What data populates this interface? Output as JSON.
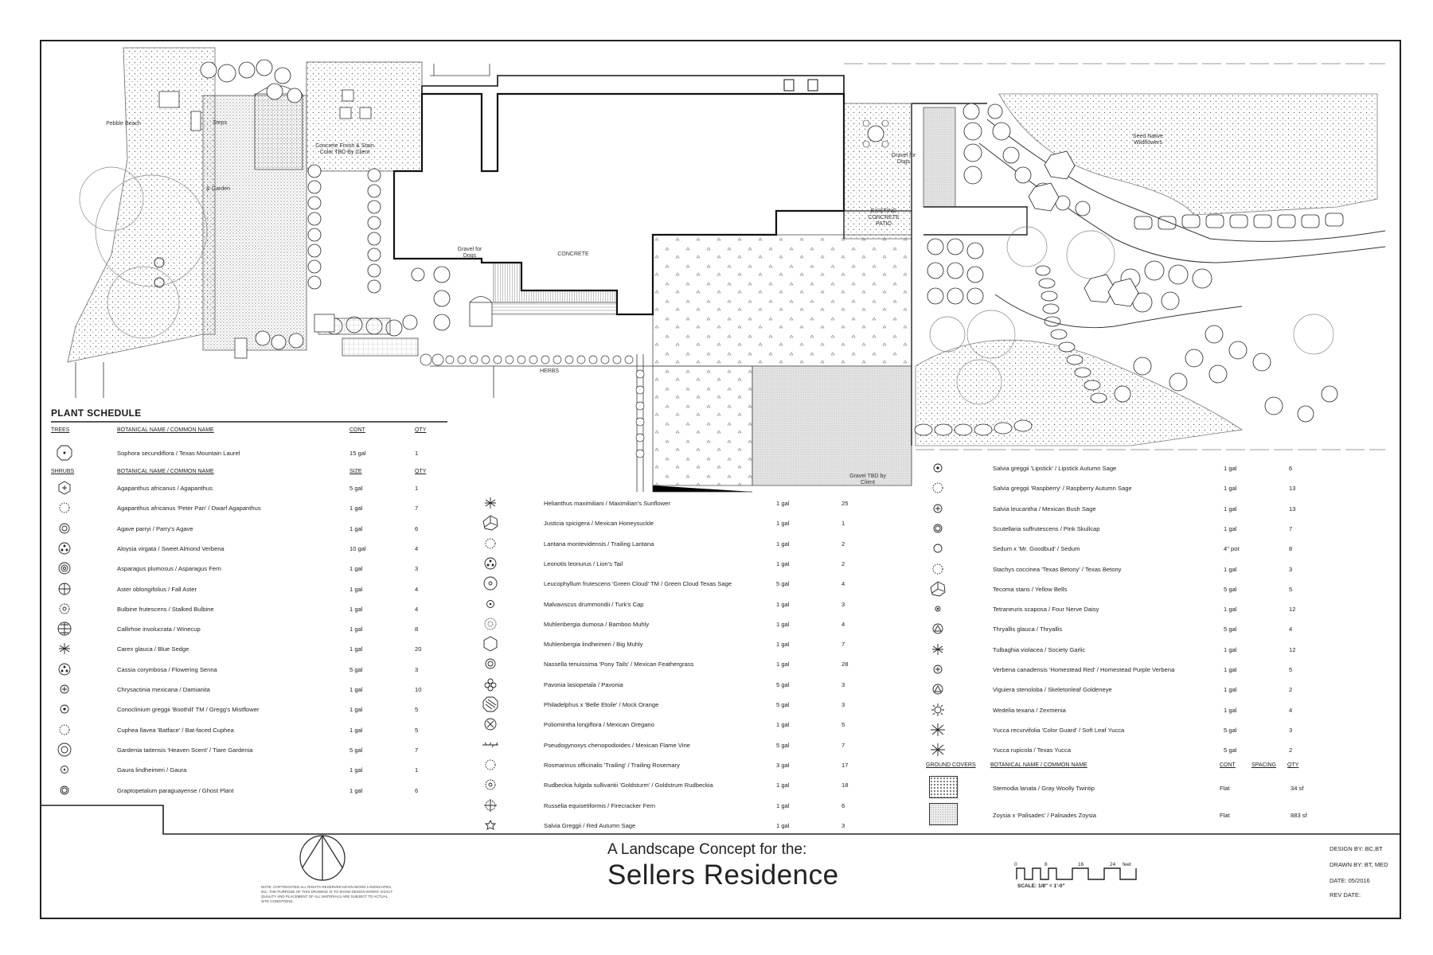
{
  "plan_labels": {
    "pebble_beach": "Pebble Beach",
    "steps": "Steps",
    "gravel_for_dogs_left": "Gravel for Dogs",
    "concrete_finish": "Concrete Finish & Stain Color TBD By Client",
    "concrete": "CONCRETE",
    "gravel_for_dogs_right": "Gravel for Dogs",
    "existing_patio": "EXISTING CONCRETE PATIO",
    "seed_native": "Seed Native Wildflowers",
    "herbs": "HERBS",
    "gravel_tbd": "Gravel TBD by Client",
    "garden": "& Garden"
  },
  "schedule": {
    "title": "PLANT SCHEDULE",
    "trees_header": [
      "TREES",
      "BOTANICAL NAME / COMMON NAME",
      "CONT",
      "QTY"
    ],
    "trees": [
      {
        "icon": "tree-octagon-icon",
        "name": "Sophora secundiflora / Texas Mountain Laurel",
        "size": "15 gal",
        "qty": "1"
      }
    ],
    "shrubs_header": [
      "SHRUBS",
      "BOTANICAL NAME / COMMON NAME",
      "SIZE",
      "QTY"
    ],
    "shrubs_col1": [
      {
        "icon": "hex-star-icon",
        "name": "Agapanthus africanus / Agapanthus",
        "size": "5 gal",
        "qty": "1"
      },
      {
        "icon": "dotted-circle-icon",
        "name": "Agapanthus africanus 'Peter Pan' / Dwarf Agapanthus",
        "size": "1 gal",
        "qty": "7"
      },
      {
        "icon": "gear-icon",
        "name": "Agave parryi / Parry's Agave",
        "size": "1 gal",
        "qty": "6"
      },
      {
        "icon": "triangle-dots-icon",
        "name": "Aloysia virgata / Sweet Almond Verbena",
        "size": "10 gal",
        "qty": "4"
      },
      {
        "icon": "spiral-icon",
        "name": "Asparagus plumosus / Asparagus Fern",
        "size": "1 gal",
        "qty": "3"
      },
      {
        "icon": "cross-circle-icon",
        "name": "Aster oblongifolius / Fall Aster",
        "size": "1 gal",
        "qty": "4"
      },
      {
        "icon": "burst-icon",
        "name": "Bulbine frutescens / Stalked Bulbine",
        "size": "1 gal",
        "qty": "4"
      },
      {
        "icon": "grid-circle-icon",
        "name": "Callirhoe involucrata / Winecup",
        "size": "1 gal",
        "qty": "8"
      },
      {
        "icon": "asterisk-icon",
        "name": "Carex glauca / Blue Sedge",
        "size": "1 gal",
        "qty": "20"
      },
      {
        "icon": "triangle-dots-icon",
        "name": "Cassia corymbosa / Flowering Senna",
        "size": "5 gal",
        "qty": "3"
      },
      {
        "icon": "plus-circle-icon",
        "name": "Chrysactinia mexicana / Damianita",
        "size": "1 gal",
        "qty": "10"
      },
      {
        "icon": "dot-circle-icon",
        "name": "Conoclinium greggii 'Boothill' TM / Gregg's Mistflower",
        "size": "1 gal",
        "qty": "5"
      },
      {
        "icon": "dotted-circle-icon",
        "name": "Cuphea llavea 'Batface' / Bat-faced Cuphea",
        "size": "1 gal",
        "qty": "5"
      },
      {
        "icon": "flower-circle-icon",
        "name": "Gardenia taitensis 'Heaven Scent' / Tiare Gardenia",
        "size": "5 gal",
        "qty": "7"
      },
      {
        "icon": "small-circle-icon",
        "name": "Gaura lindheimeri / Gaura",
        "size": "1 gal",
        "qty": "1"
      },
      {
        "icon": "ringed-circle-icon",
        "name": "Graptopetalum paraguayense / Ghost Plant",
        "size": "1 gal",
        "qty": "6"
      }
    ],
    "shrubs_col2": [
      {
        "icon": "asterisk-icon",
        "name": "Helianthus maximiliani / Maximilian's Sunflower",
        "size": "1 gal",
        "qty": "25"
      },
      {
        "icon": "pinwheel-icon",
        "name": "Justicia spicigera / Mexican Honeysuckle",
        "size": "1 gal",
        "qty": "1"
      },
      {
        "icon": "dotted-circle-icon",
        "name": "Lantana montevidensis / Trailing Lantana",
        "size": "1 gal",
        "qty": "2"
      },
      {
        "icon": "triangle-dots-icon",
        "name": "Leonotis leonurus / Lion's Tail",
        "size": "1 gal",
        "qty": "2"
      },
      {
        "icon": "double-circle-icon",
        "name": "Leucophyllum frutescens 'Green Cloud' TM / Green Cloud Texas Sage",
        "size": "5 gal",
        "qty": "4"
      },
      {
        "icon": "small-circle-icon",
        "name": "Malvaviscus drummondii / Turk's Cap",
        "size": "1 gal",
        "qty": "3"
      },
      {
        "icon": "spiky-icon",
        "name": "Muhlenbergia dumosa / Bamboo Muhly",
        "size": "1 gal",
        "qty": "4"
      },
      {
        "icon": "hexagon-icon",
        "name": "Muhlenbergia lindheimeri / Big Muhly",
        "size": "1 gal",
        "qty": "7"
      },
      {
        "icon": "gear-icon",
        "name": "Nassella tenuissima 'Pony Tails' / Mexican Feathergrass",
        "size": "1 gal",
        "qty": "28"
      },
      {
        "icon": "clover-icon",
        "name": "Pavonia lasiopetala / Pavonia",
        "size": "5 gal",
        "qty": "3"
      },
      {
        "icon": "hatched-octagon-icon",
        "name": "Philadelphus x 'Belle Etoile' / Mock Orange",
        "size": "5 gal",
        "qty": "3"
      },
      {
        "icon": "x-circle-icon",
        "name": "Poliomintha longiflora / Mexican Oregano",
        "size": "1 gal",
        "qty": "5"
      },
      {
        "icon": "vine-icon",
        "name": "Pseudogynoxys chenopodioides / Mexican Flame Vine",
        "size": "5 gal",
        "qty": "7"
      },
      {
        "icon": "dotted-circle-icon",
        "name": "Rosmarinus officinalis 'Trailing' / Trailing Rosemary",
        "size": "3 gal",
        "qty": "17"
      },
      {
        "icon": "burst-icon",
        "name": "Rudbeckia fulgida sullivantii 'Goldsturm' / Goldstrum Rudbeckia",
        "size": "1 gal",
        "qty": "18"
      },
      {
        "icon": "fern-icon",
        "name": "Russelia equisetiformis / Firecracker Fern",
        "size": "1 gal",
        "qty": "6"
      },
      {
        "icon": "flower-icon",
        "name": "Salvia Greggii / Red Autumn Sage",
        "size": "1 gal",
        "qty": "3"
      }
    ],
    "shrubs_col3": [
      {
        "icon": "dot-circle-icon",
        "name": "Salvia greggii 'Lipstick' / Lipstick Autumn Sage",
        "size": "1 gal",
        "qty": "6"
      },
      {
        "icon": "dotted-circle-icon",
        "name": "Salvia greggii 'Raspberry' / Raspberry Autumn Sage",
        "size": "1 gal",
        "qty": "13"
      },
      {
        "icon": "plus-circle-icon",
        "name": "Salvia leucantha / Mexican Bush Sage",
        "size": "1 gal",
        "qty": "13"
      },
      {
        "icon": "ringed-circle-icon",
        "name": "Scutellaria suffrutescens / Pink Skullcap",
        "size": "1 gal",
        "qty": "7"
      },
      {
        "icon": "plain-circle-icon",
        "name": "Sedum x 'Mr. Goodbud' / Sedum",
        "size": "4\" pot",
        "qty": "8"
      },
      {
        "icon": "dotted-circle-icon",
        "name": "Stachys coccinea 'Texas Betony' / Texas Betony",
        "size": "1 gal",
        "qty": "3"
      },
      {
        "icon": "pinwheel-icon",
        "name": "Tecoma stans / Yellow Bells",
        "size": "5 gal",
        "qty": "5"
      },
      {
        "icon": "small-dot-icon",
        "name": "Tetraneuris scaposa / Four Nerve Daisy",
        "size": "1 gal",
        "qty": "12"
      },
      {
        "icon": "triangle-circle-icon",
        "name": "Thryallis glauca / Thryallis",
        "size": "5 gal",
        "qty": "4"
      },
      {
        "icon": "asterisk-icon",
        "name": "Tulbaghia violacea / Society Garlic",
        "size": "1 gal",
        "qty": "12"
      },
      {
        "icon": "plus-circle-icon",
        "name": "Verbena canadensis 'Homestead Red' / Homestead Purple Verbena",
        "size": "1 gal",
        "qty": "5"
      },
      {
        "icon": "triangle-circle-icon",
        "name": "Viguiera stenoloba / Skeletonleaf Goldeneye",
        "size": "1 gal",
        "qty": "2"
      },
      {
        "icon": "sun-icon",
        "name": "Wedelia texana / Zexmenia",
        "size": "1 gal",
        "qty": "4"
      },
      {
        "icon": "yucca-icon",
        "name": "Yucca recurvifolia 'Color Guard' / Soft Leaf Yucca",
        "size": "5 gal",
        "qty": "3"
      },
      {
        "icon": "yucca-icon",
        "name": "Yucca rupicola / Texas Yucca",
        "size": "5 gal",
        "qty": "2"
      }
    ],
    "ground_header": [
      "GROUND COVERS",
      "BOTANICAL NAME / COMMON NAME",
      "CONT",
      "SPACING",
      "QTY"
    ],
    "ground_covers": [
      {
        "icon": "dense-dots-swatch",
        "name": "Stemodia lanata / Gray Woolly Twintip",
        "size": "Flat",
        "qty": "34 sf"
      },
      {
        "icon": "light-dots-swatch",
        "name": "Zoysia x 'Palisades' / Palisades Zoysia",
        "size": "Flat",
        "qty": "883 sf"
      }
    ]
  },
  "title_block": {
    "line1": "A Landscape Concept for the:",
    "line2": "Sellers Residence",
    "design_by": "DESIGN BY: BC,BT",
    "drawn_by": "DRAWN BY: BT, MED",
    "date": "DATE: 05/2016",
    "rev_date": "REV DATE:",
    "scale_text": "SCALE: 1/8\" = 1'-0\"",
    "scale_ticks": [
      "0",
      "8",
      "16",
      "24"
    ],
    "scale_unit": "feet",
    "note": "NOTE: COPYRIGHTED ALL RIGHTS RESERVED KEVIN WOOD LANDSCAPES, INC. THE PURPOSE OF THIS DRAWING IS TO SHOW DESIGN INTENT. EXACT QUALITY AND PLACEMENT OF ALL MATERIALS ARE SUBJECT TO ACTUAL SITE CONDITIONS."
  },
  "colors": {
    "ink": "#1a1a1a",
    "paper": "#ffffff",
    "hatch": "#b8b8b8"
  }
}
